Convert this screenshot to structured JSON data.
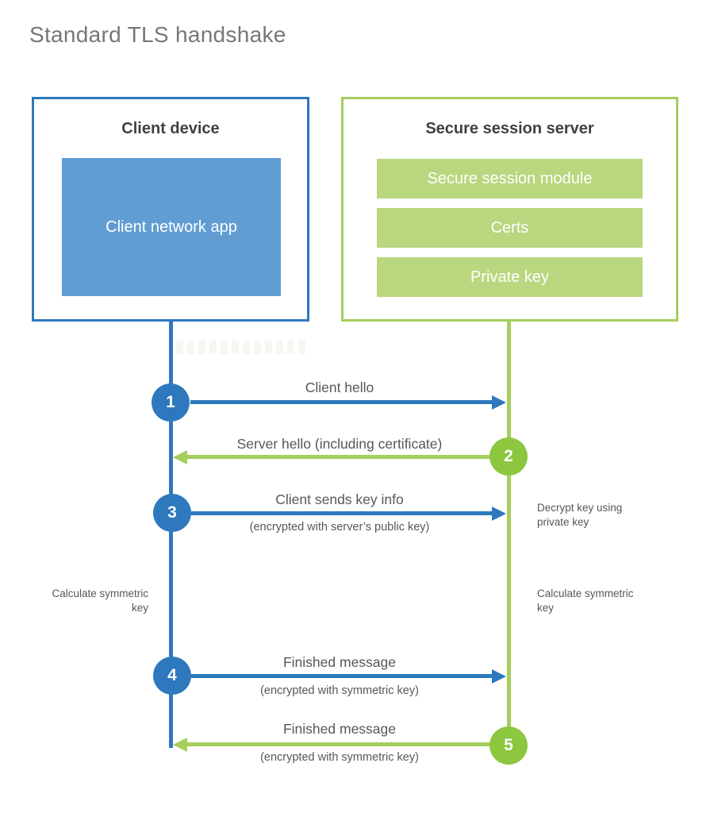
{
  "title": "Standard TLS handshake",
  "colors": {
    "blue": "#2e78bd",
    "blue_light": "#619dd3",
    "green_line": "#a5ce5a",
    "green_circle": "#8dc63f",
    "green_bar": "#b9d77e",
    "text_dark": "#3f4142",
    "text_gray": "#56575a"
  },
  "client": {
    "title": "Client device",
    "app_label": "Client network app"
  },
  "server": {
    "title": "Secure session server",
    "modules": [
      "Secure session module",
      "Certs",
      "Private key"
    ]
  },
  "steps": [
    {
      "num": "1",
      "label": "Client hello",
      "sublabel": "",
      "direction": "right",
      "actor": "client"
    },
    {
      "num": "2",
      "label": "Server hello (including certificate)",
      "sublabel": "",
      "direction": "left",
      "actor": "server"
    },
    {
      "num": "3",
      "label": "Client sends key info",
      "sublabel": "(encrypted with server’s public key)",
      "direction": "right",
      "actor": "client"
    },
    {
      "num": "4",
      "label": "Finished message",
      "sublabel": "(encrypted with symmetric key)",
      "direction": "right",
      "actor": "client"
    },
    {
      "num": "5",
      "label": "Finished message",
      "sublabel": "(encrypted with symmetric key)",
      "direction": "left",
      "actor": "server"
    }
  ],
  "annotations": {
    "decrypt": "Decrypt key using private key",
    "calc_left": "Calculate symmetric key",
    "calc_right": "Calculate symmetric key"
  }
}
